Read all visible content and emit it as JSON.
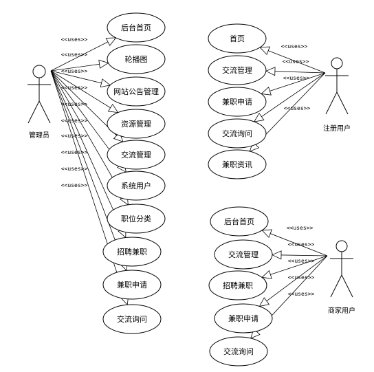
{
  "stereotype": "<<uses>>",
  "actors": {
    "admin": {
      "name": "管理员"
    },
    "registered": {
      "name": "注册用户"
    },
    "merchant": {
      "name": "商家用户"
    }
  },
  "groups": {
    "admin": [
      "后台首页",
      "轮播图",
      "网站公告管理",
      "资源管理",
      "交流管理",
      "系统用户",
      "职位分类",
      "招聘兼职",
      "兼职申请",
      "交流询问"
    ],
    "registered": [
      "首页",
      "交流管理",
      "兼职申请",
      "交流询问",
      "兼职资讯"
    ],
    "merchant": [
      "后台首页",
      "交流管理",
      "招聘兼职",
      "兼职申请",
      "交流询问"
    ]
  }
}
